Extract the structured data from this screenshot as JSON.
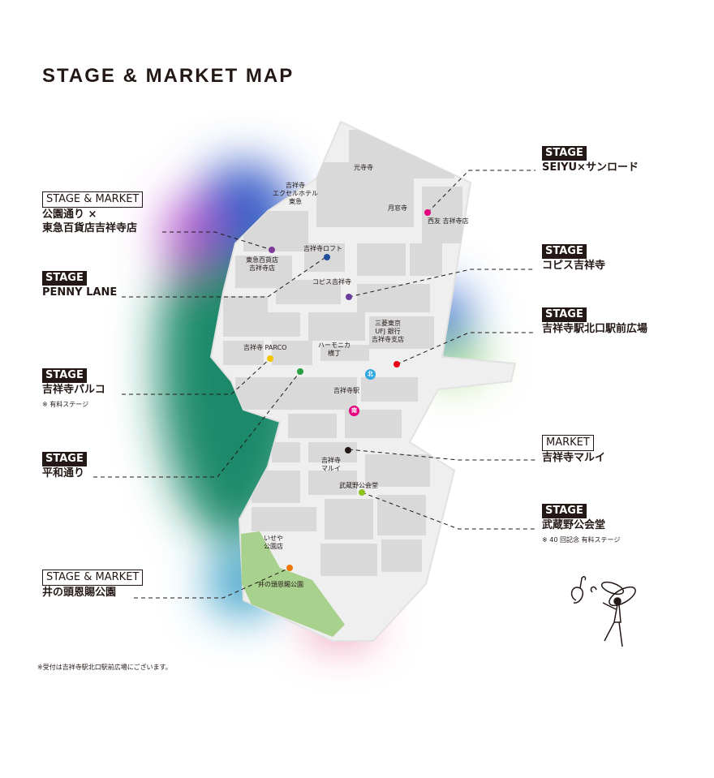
{
  "title": "STAGE & MARKET MAP",
  "footnote": "※受付は吉祥寺駅北口駅前広場にございます。",
  "callouts": [
    {
      "tag": "STAGE",
      "name": "SEIYU×サンロード",
      "note": ""
    },
    {
      "tag": "STAGE & MARKET",
      "name": "公園通り ×",
      "name2": "東急百貨店吉祥寺店",
      "note": ""
    },
    {
      "tag": "STAGE",
      "name": "コピス吉祥寺",
      "note": ""
    },
    {
      "tag": "STAGE",
      "name": "PENNY LANE",
      "note": ""
    },
    {
      "tag": "STAGE",
      "name": "吉祥寺駅北口駅前広場",
      "note": ""
    },
    {
      "tag": "STAGE",
      "name": "吉祥寺パルコ",
      "note": "※ 有料ステージ"
    },
    {
      "tag": "MARKET",
      "name": "吉祥寺マルイ",
      "note": ""
    },
    {
      "tag": "STAGE",
      "name": "平和通り",
      "note": ""
    },
    {
      "tag": "STAGE",
      "name": "武蔵野公会堂",
      "note": "※ 40 回記念 有料ステージ"
    },
    {
      "tag": "STAGE & MARKET",
      "name": "井の頭恩賜公園",
      "note": ""
    }
  ],
  "map_labels": {
    "kojuji": "光寺寺",
    "excel": "吉祥寺\nエクセルホテル\n東急",
    "gessoji": "月窓寺",
    "seiyu": "西友 吉祥寺店",
    "tokyu": "東急百貨店\n吉祥寺店",
    "loft": "吉祥寺ロフト",
    "coppice": "コピス吉祥寺",
    "mufg": "三菱東京\nUFJ 銀行\n吉祥寺支店",
    "parco": "吉祥寺 PARCO",
    "harmonica": "ハーモニカ\n横丁",
    "station": "吉祥寺駅",
    "marui": "吉祥寺\nマルイ",
    "kokaido": "武蔵野公会堂",
    "iseya": "いせや\n公園店",
    "park": "井の頭恩賜公園"
  },
  "station_icons": {
    "north": "北",
    "south": "南"
  },
  "colors": {
    "seiyu": "#e4007f",
    "tokyu": "#7d3c98",
    "loft": "#1f4e9c",
    "coppice": "#6a3d9a",
    "north_plaza": "#e60012",
    "parco": "#f5c400",
    "heiwa": "#2aa040",
    "marui": "#231815",
    "kokaido": "#8dc21f",
    "park": "#ee7800",
    "park_fill": "#a9d18e"
  }
}
